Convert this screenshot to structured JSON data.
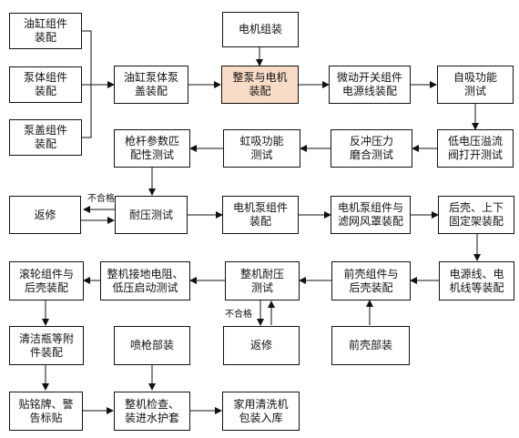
{
  "nodes": {
    "n1": "油缸组件\n装配",
    "n2": "泵体组件\n装配",
    "n3": "泵盖组件\n装配",
    "n4": "油缸泵体泵\n盖装配",
    "n5": "电机组装",
    "n6": "整泵与电机\n装配",
    "n7": "微动开关组件\n电源线装配",
    "n8": "自吸功能\n测试",
    "n9": "低电压溢流\n阀打开测试",
    "n10": "反冲压力\n磨合测试",
    "n11": "虹吸功能\n测试",
    "n12": "枪杆参数匹\n配性测试",
    "n13": "返修",
    "n14": "耐压测试",
    "n15": "电机泵组件\n装配",
    "n16": "电机泵组件与\n滤网风罩装配",
    "n17": "后壳、上下\n固定架装配",
    "n18": "电源线、电\n机线等装配",
    "n19": "前壳组件与\n后壳装配",
    "n20": "整机耐压\n测试",
    "n21": "整机接地电阻、\n低压启动测试",
    "n22": "滚轮组件与\n后壳装配",
    "n23": "前壳部装",
    "n24": "返修",
    "n25": "清洁瓶等附\n件装配",
    "n26": "喷枪部装",
    "n27": "贴铭牌、警\n告标贴",
    "n28": "整机检查、\n装进水护套",
    "n29": "家用清洗机\n包装入库"
  },
  "notes": {
    "fail1": "不合格",
    "fail2": "不合格"
  },
  "colors": {
    "highlight": "#f8dcc8",
    "line": "#111111"
  }
}
